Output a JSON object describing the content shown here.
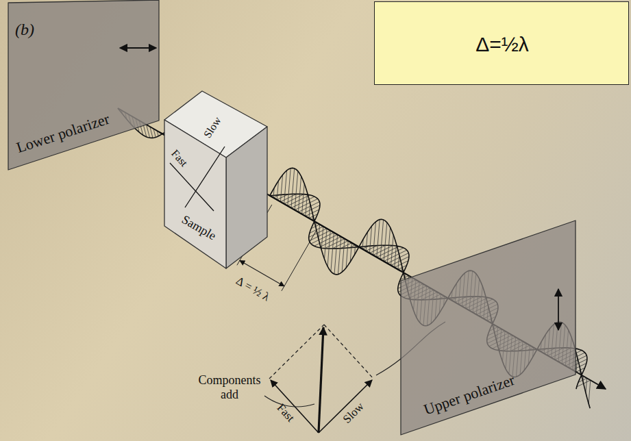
{
  "diagram": {
    "nodes": [
      {
        "text": [
          "Δ=½λ"
        ]
      },
      {
        "text": [
          "Lower polarizer"
        ]
      },
      {
        "text": [
          "Fast",
          "Slow",
          "Sample"
        ]
      },
      {
        "text": [
          "Upper polarizer"
        ]
      }
    ],
    "edges": [
      {
        "from": 1,
        "to": 2,
        "arrow": "none"
      },
      {
        "from": 2,
        "to": 3,
        "arrow": "none"
      }
    ],
    "labels": [
      "(b)",
      "Δ = ½ λ",
      "Components add",
      "Fast",
      "Slow"
    ]
  }
}
